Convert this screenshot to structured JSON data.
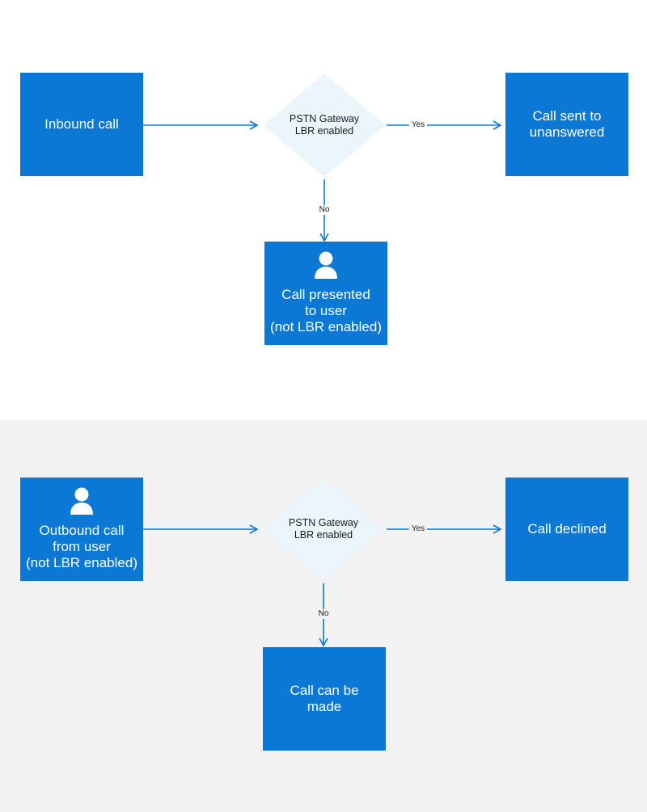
{
  "inbound": {
    "start_box": "Inbound call",
    "decision": "PSTN Gateway\nLBR enabled",
    "yes_label": "Yes",
    "no_label": "No",
    "yes_box": "Call sent to\nunanswered",
    "no_box": "Call presented\nto user\n(not LBR enabled)"
  },
  "outbound": {
    "start_box": "Outbound call\nfrom user\n(not LBR enabled)",
    "decision": "PSTN Gateway\nLBR enabled",
    "yes_label": "Yes",
    "no_label": "No",
    "yes_box": "Call declined",
    "no_box": "Call can be\nmade"
  },
  "colors": {
    "box": "#0a78d4",
    "decision_fill": "#eaf6fb",
    "arrow": "#0a78d4",
    "bottom_background": "#f2f2f2"
  },
  "icons": [
    "user-icon"
  ]
}
